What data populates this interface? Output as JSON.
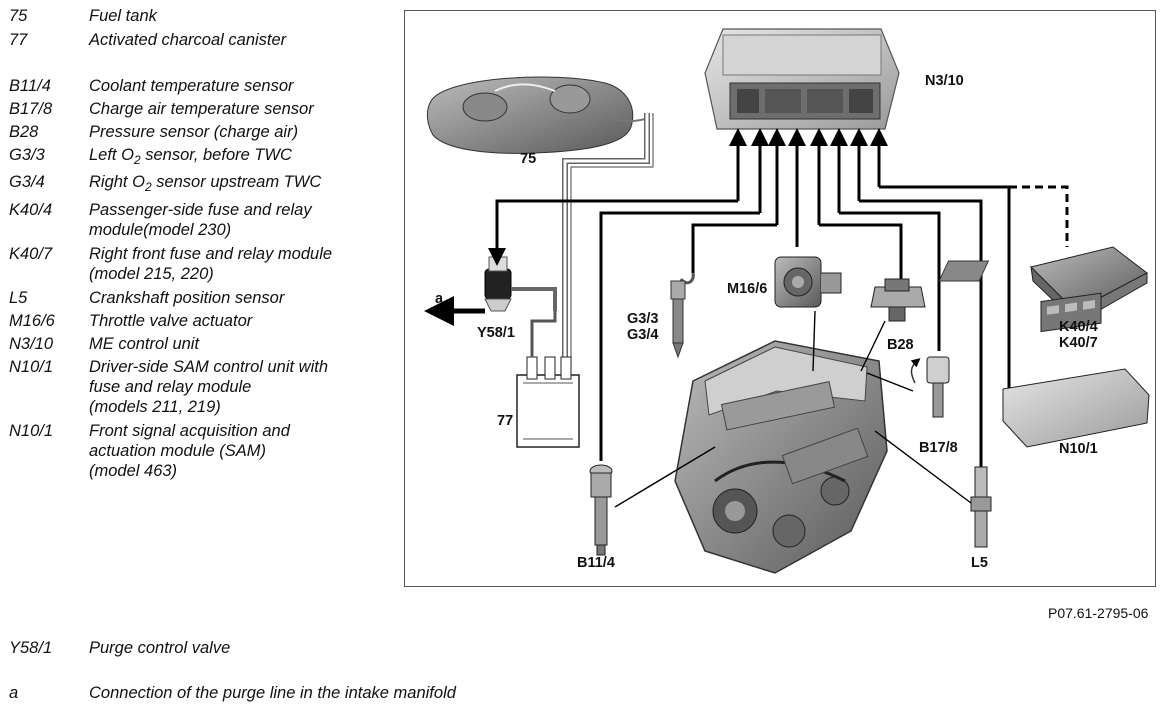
{
  "legend": [
    {
      "code": "75",
      "lines": [
        "Fuel tank"
      ]
    },
    {
      "code": "77",
      "lines": [
        "Activated charcoal canister"
      ]
    },
    {
      "code": "B11/4",
      "lines": [
        "Coolant temperature sensor"
      ]
    },
    {
      "code": "B17/8",
      "lines": [
        "Charge air temperature sensor"
      ]
    },
    {
      "code": "B28",
      "lines": [
        "Pressure sensor (charge air)"
      ]
    },
    {
      "code": "G3/3",
      "pre": "Left O",
      "sub": "2",
      "post": " sensor, before TWC"
    },
    {
      "code": "G3/4",
      "pre": "Right O",
      "sub": "2",
      "post": " sensor upstream TWC"
    },
    {
      "code": "K40/4",
      "lines": [
        "Passenger-side fuse and relay",
        "module(model 230)"
      ]
    },
    {
      "code": "K40/7",
      "lines": [
        "Right front fuse and relay module",
        "(model 215, 220)"
      ]
    },
    {
      "code": "L5",
      "lines": [
        "Crankshaft position sensor"
      ]
    },
    {
      "code": "M16/6",
      "lines": [
        "Throttle valve actuator"
      ]
    },
    {
      "code": "N3/10",
      "lines": [
        "ME control unit"
      ]
    },
    {
      "code": "N10/1",
      "lines": [
        "Driver-side SAM control unit with",
        "fuse and relay module",
        "(models 211, 219)"
      ]
    },
    {
      "code": "N10/1",
      "lines": [
        "Front signal acquisition and",
        "actuation module (SAM)",
        "(model 463)"
      ]
    }
  ],
  "footer_legend": [
    {
      "code": "Y58/1",
      "lines": [
        "Purge control valve"
      ]
    },
    {
      "code": "a",
      "lines": [
        "Connection of the purge line in the intake manifold"
      ]
    }
  ],
  "figure": {
    "labels": {
      "n3_10": "N3/10",
      "fuel_tank": "75",
      "canister": "77",
      "y58_1": "Y58/1",
      "a": "a",
      "g3_3": "G3/3",
      "g3_4": "G3/4",
      "m16_6": "M16/6",
      "b28": "B28",
      "b17_8": "B17/8",
      "b11_4": "B11/4",
      "l5": "L5",
      "k40_4": "K40/4",
      "k40_7": "K40/7",
      "n10_1": "N10/1"
    },
    "reference": "P07.61-2795-06"
  }
}
